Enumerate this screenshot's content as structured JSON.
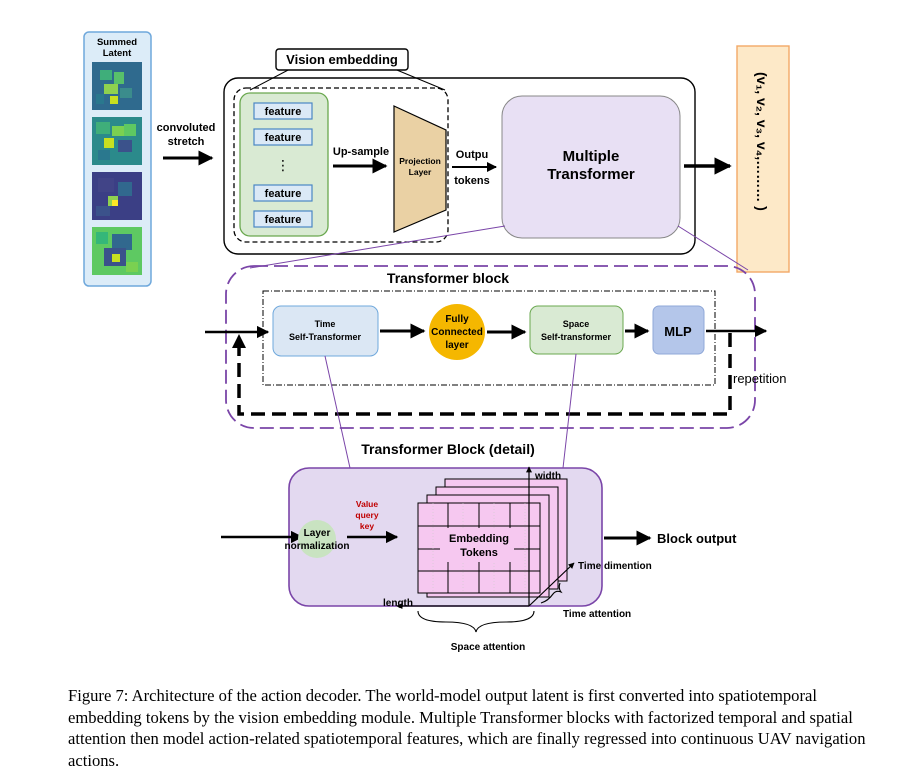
{
  "summed_latent": {
    "title": [
      "Summed",
      "Latent"
    ]
  },
  "convoluted": [
    "convoluted",
    "stretch"
  ],
  "vision_embedding": {
    "title": "Vision embedding",
    "features": [
      "feature",
      "feature",
      "feature",
      "feature"
    ],
    "dots": "⋮",
    "upsample": "Up-sample",
    "projection": [
      "Projection",
      "Layer"
    ],
    "output_tokens": [
      "Outpu",
      "tokens"
    ],
    "multiple_transformer": [
      "Multiple",
      "Transformer"
    ]
  },
  "action_output": "(v₁, v₂, v₃, v₄,……… )",
  "transformer_block": {
    "title": "Transformer block",
    "time": [
      "Time",
      "Self-Transformer"
    ],
    "fc": [
      "Fully",
      "Connected",
      "layer"
    ],
    "space": [
      "Space",
      "Self-transformer"
    ],
    "mlp": "MLP",
    "repetition": "repetition"
  },
  "detail": {
    "title": "Transformer Block (detail)",
    "layer_norm": [
      "Layer",
      "normalization"
    ],
    "vqk": [
      "Value",
      "query",
      "key"
    ],
    "embedding": [
      "Embedding",
      "Tokens"
    ],
    "width": "width",
    "length": "length",
    "time_dim": "Time dimention",
    "time_attn": "Time attention",
    "space_attn": "Space attention",
    "block_output": "Block output"
  },
  "caption": "Figure 7: Architecture of the action decoder. The world-model output latent is first converted into spatiotemporal embedding tokens by the vision embedding module. Multiple Transformer blocks with factorized temporal and spatial attention then model action-related spatiotemporal features, which are finally regressed into continuous UAV navigation actions.",
  "colors": {
    "latent_bg": "#dcecf8",
    "latent_border": "#6fa8dc",
    "feature_panel": "#d9ead3",
    "feature_border": "#6aa84f",
    "projection": "#ead1a4",
    "transformer": "#e8e0f4",
    "action_bg": "#fde9c8",
    "action_border": "#f2a867",
    "block_border": "#7a45a8",
    "time_box": "#dbe7f4",
    "fc": "#f5b700",
    "space_box": "#d9ead3",
    "mlp": "#b4c6ea",
    "detail_bg": "#e3d9f0",
    "grid": "#f6c8f0",
    "layer_norm": "#c9e3c1",
    "vqk_text": "#c00000"
  }
}
